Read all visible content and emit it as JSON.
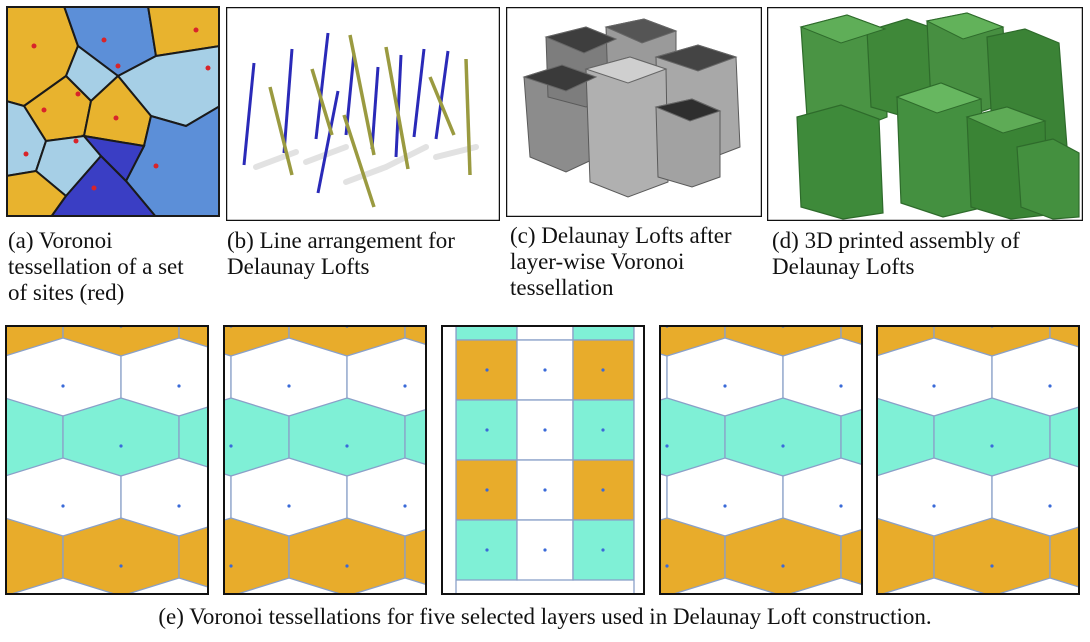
{
  "figure": {
    "captions": {
      "a": "(a) Voronoi\ntessellation of a set\nof sites (red)",
      "b": "(b) Line arrangement for\nDelaunay Lofts",
      "c": "(c) Delaunay Lofts after\nlayer-wise Voronoi\ntessellation",
      "d": "(d) 3D printed assembly of\nDelaunay Lofts",
      "e": "(e) Voronoi tessellations for five selected layers used in Delaunay Loft construction."
    },
    "colors": {
      "voronoi_yellow": "#e8b32e",
      "voronoi_lightblue": "#a6cfe6",
      "voronoi_midblue": "#5c8fd8",
      "voronoi_darkblue": "#3a3ec4",
      "site_red": "#d8242a",
      "line_blue": "#2a2ab8",
      "line_olive": "#9a9a40",
      "loft_gray": "#9a9a9a",
      "print_green": "#3e8a3a",
      "layer_gold": "#e8ac2b",
      "layer_aqua": "#7ff0d6",
      "layer_edge": "#8aa0c8",
      "layer_site": "#3a6ad8"
    }
  }
}
